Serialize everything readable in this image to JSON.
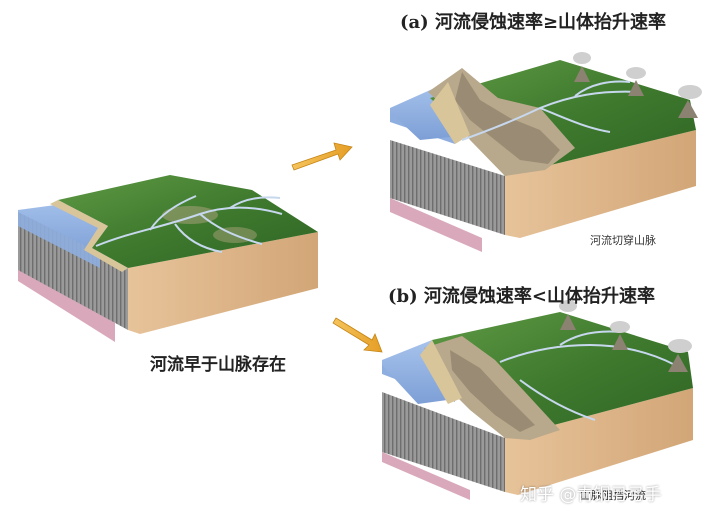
{
  "diagram": {
    "initial_label": "河流早于山脉存在",
    "panel_a": {
      "title": "(a) 河流侵蚀速率≥山体抬升速率",
      "caption": "河流切穿山脉"
    },
    "panel_b": {
      "title": "(b) 河流侵蚀速率<山体抬升速率",
      "caption": "山脉阻挡河流"
    }
  },
  "watermark": {
    "text": "知乎 @青铜弓弓手"
  },
  "colors": {
    "arrow": "#f2b33a",
    "water": "#8fb0e0",
    "vegetation": "#3f7a2e",
    "soil": "#dcb488",
    "strata_gray": "#8d8d8d",
    "strata_pink": "#d9a9bb"
  }
}
